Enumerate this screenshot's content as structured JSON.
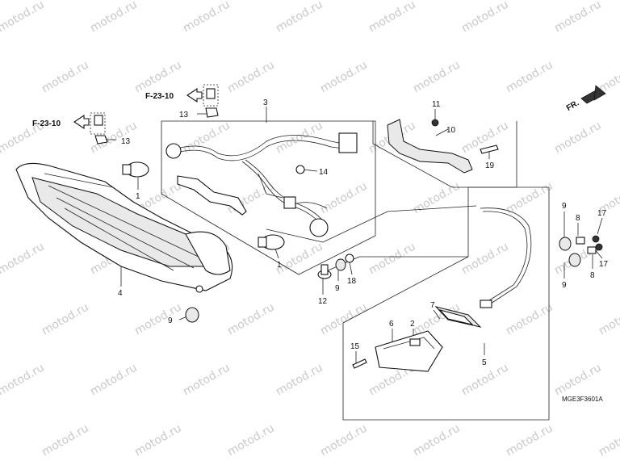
{
  "watermark": "motod.ru",
  "diagram_code": "MGE3F3601A",
  "front_marker": "FR.",
  "refs": [
    "F-23-10",
    "F-23-10"
  ],
  "callouts": {
    "c1a": "1",
    "c1b": "1",
    "c2": "2",
    "c3": "3",
    "c4": "4",
    "c5": "5",
    "c6": "6",
    "c7": "7",
    "c8a": "8",
    "c8b": "8",
    "c9a": "9",
    "c9b": "9",
    "c9c": "9",
    "c9d": "9",
    "c10": "10",
    "c11": "11",
    "c12": "12",
    "c13a": "13",
    "c13b": "13",
    "c14": "14",
    "c15": "15",
    "c17a": "17",
    "c17b": "17",
    "c18": "18",
    "c19": "19"
  }
}
